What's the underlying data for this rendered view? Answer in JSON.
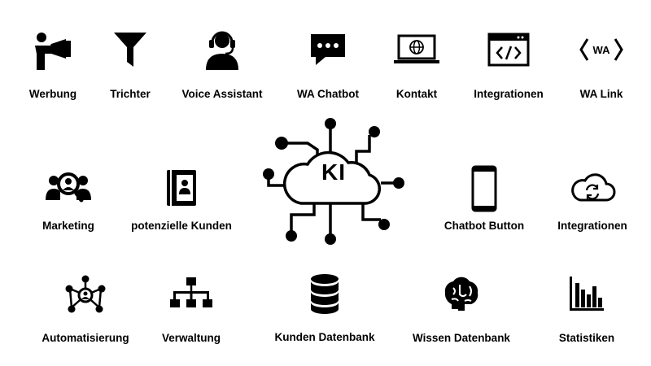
{
  "center": {
    "label": "KI"
  },
  "row1": [
    {
      "label": "Werbung",
      "icon": "megaphone-person-icon"
    },
    {
      "label": "Trichter",
      "icon": "funnel-icon"
    },
    {
      "label": "Voice Assistant",
      "icon": "headset-agent-icon"
    },
    {
      "label": "WA Chatbot",
      "icon": "chat-bubble-icon"
    },
    {
      "label": "Kontakt",
      "icon": "laptop-globe-icon"
    },
    {
      "label": "Integrationen",
      "icon": "code-window-icon"
    },
    {
      "label": "WA Link",
      "icon": "wa-link-icon",
      "icon_text": "WA"
    }
  ],
  "row2": [
    {
      "label": "Marketing",
      "icon": "people-search-icon"
    },
    {
      "label": "potenzielle Kunden",
      "icon": "contact-book-icon"
    },
    {
      "label": "Chatbot Button",
      "icon": "smartphone-icon"
    },
    {
      "label": "Integrationen",
      "icon": "cloud-sync-icon"
    }
  ],
  "row3": [
    {
      "label": "Automatisierung",
      "icon": "network-hub-icon"
    },
    {
      "label": "Verwaltung",
      "icon": "org-chart-icon"
    },
    {
      "label": "Kunden Datenbank",
      "icon": "database-icon"
    },
    {
      "label": "Wissen Datenbank",
      "icon": "brain-icon"
    },
    {
      "label": "Statistiken",
      "icon": "bar-chart-icon"
    }
  ]
}
